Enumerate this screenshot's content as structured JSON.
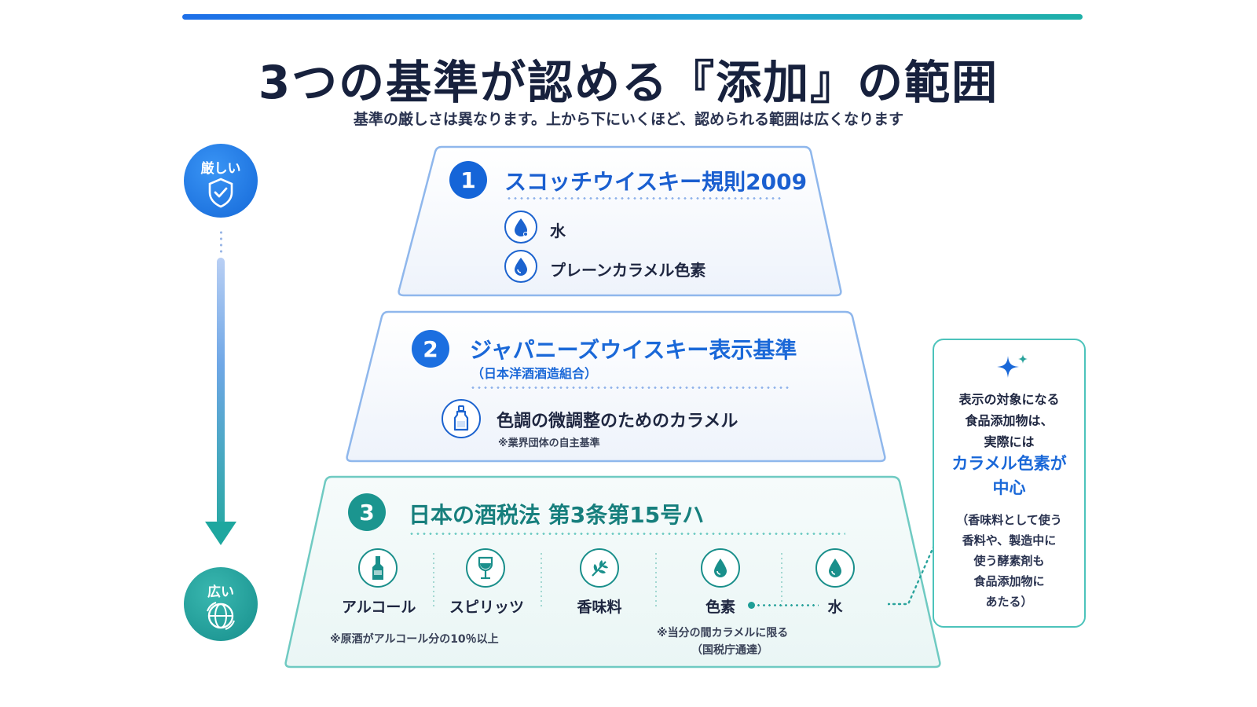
{
  "title": "3つの基準が認める『添加』の範囲",
  "subtitle": "基準の厳しさは異なります。上から下にいくほど、認められる範囲は広くなります",
  "scale": {
    "top_label": "厳しい",
    "top_icon": "shield-check-icon",
    "bottom_label": "広い",
    "bottom_icon": "globe-icon"
  },
  "tiers": [
    {
      "number": "1",
      "title": "スコッチウイスキー規則2009",
      "items": [
        {
          "icon": "water-drop-icon",
          "label": "水"
        },
        {
          "icon": "drop-icon",
          "label": "プレーンカラメル色素"
        }
      ]
    },
    {
      "number": "2",
      "title": "ジャパニーズウイスキー表示基準",
      "subtitle": "（日本洋酒酒造組合）",
      "items": [
        {
          "icon": "dropper-bottle-icon",
          "label": "色調の微調整のためのカラメル",
          "note": "※業界団体の自主基準"
        }
      ]
    },
    {
      "number": "3",
      "title": "日本の酒税法 第3条第15号ハ",
      "items": [
        {
          "icon": "bottle-icon",
          "label": "アルコール"
        },
        {
          "icon": "wine-glass-icon",
          "label": "スピリッツ"
        },
        {
          "icon": "herb-leaf-icon",
          "label": "香味料"
        },
        {
          "icon": "color-drop-icon",
          "label": "色素"
        },
        {
          "icon": "water-drop-icon",
          "label": "水"
        }
      ],
      "note_left": "※原酒がアルコール分の10％以上",
      "note_right_1": "※当分の間カラメルに限る",
      "note_right_2": "（国税庁通達）"
    }
  ],
  "callout": {
    "icon": "sparkle-icon",
    "line1": "表示の対象になる",
    "line2": "食品添加物は、",
    "line3": "実際には",
    "highlight1": "カラメル色素が",
    "highlight2": "中心",
    "sub1": "（香味料として使う",
    "sub2": "香料や、製造中に",
    "sub3": "使う酵素剤も",
    "sub4": "食品添加物に",
    "sub5": "あたる）"
  },
  "colors": {
    "blue": "#1a68d8",
    "teal": "#1a8f8b",
    "title": "#17213d"
  }
}
